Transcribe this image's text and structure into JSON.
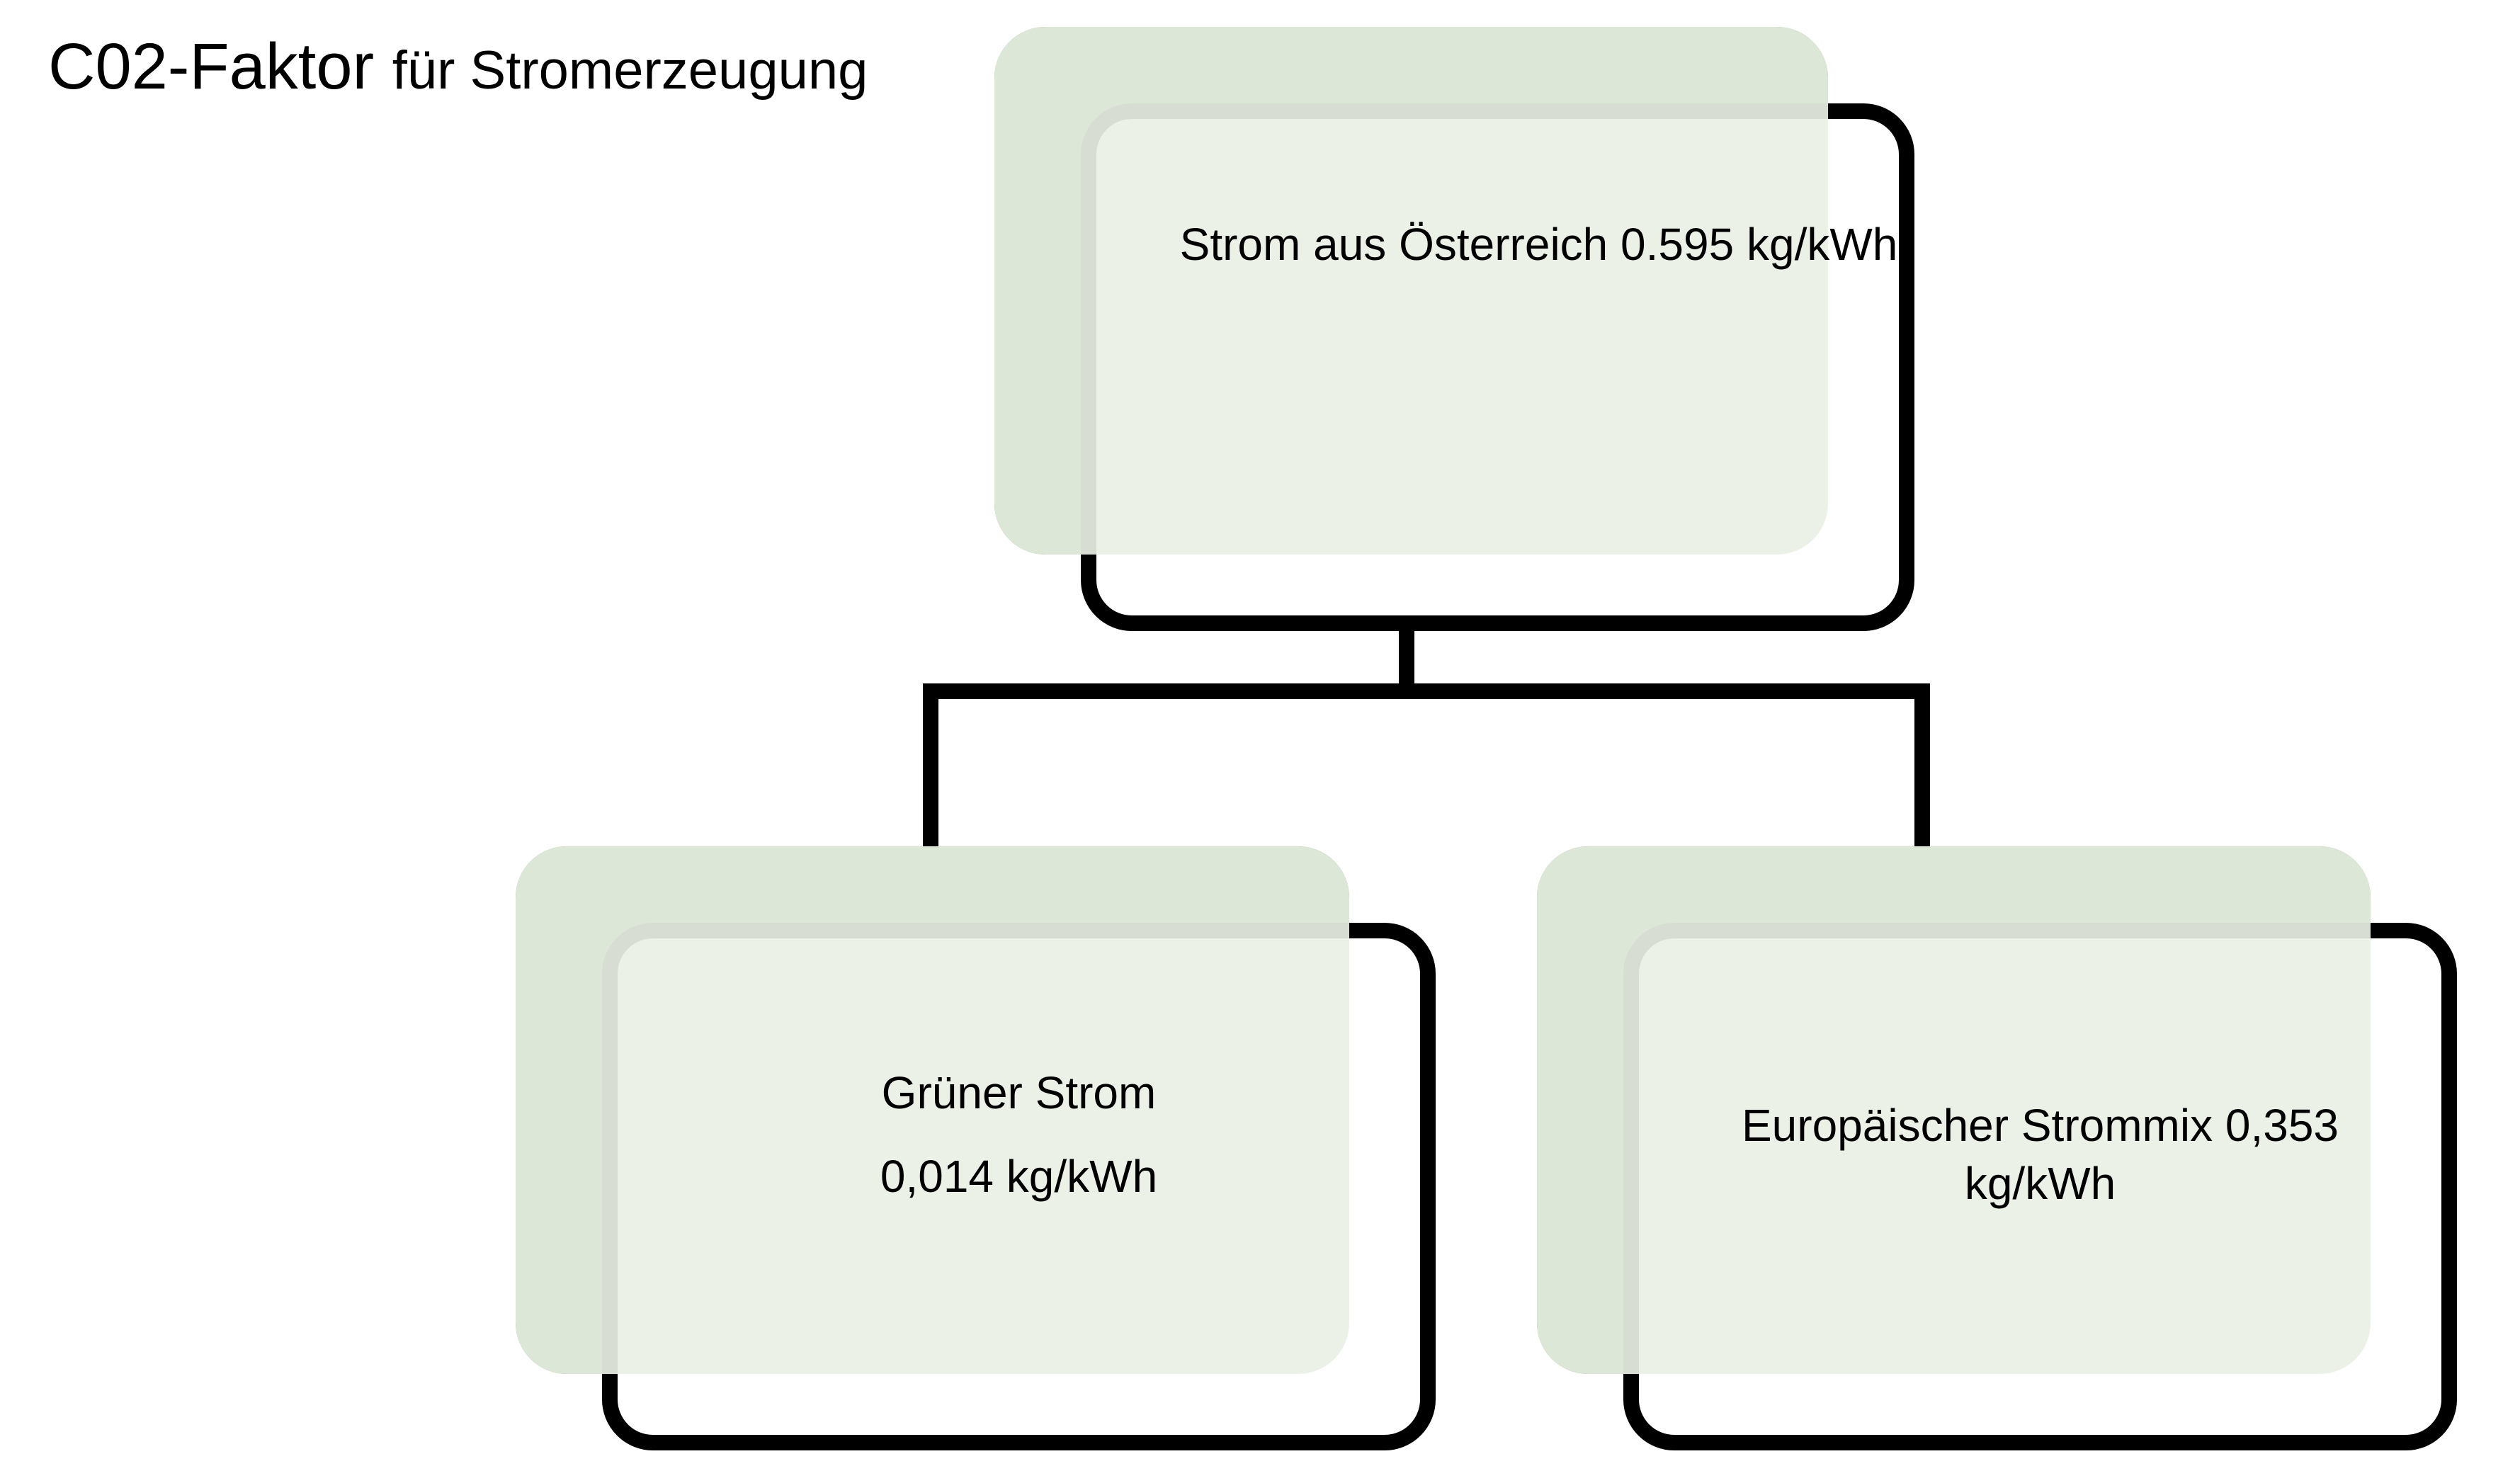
{
  "diagram": {
    "title_main": "C02-Faktor",
    "title_sub": "für Stromerzeugung",
    "nodes": {
      "top": {
        "text": "Strom aus Österreich 0.595 kg/kWh"
      },
      "left": {
        "line1": "Grüner Strom",
        "line2": "0,014 kg/kWh"
      },
      "right": {
        "line1": "Europäischer Strommix 0,353",
        "line2": "kg/kWh"
      }
    },
    "colors": {
      "back_box": "#548235",
      "front_fill": "#e9f0e5",
      "front_border": "#000000",
      "connector": "#000000",
      "connector_stub": "#e0e0e0"
    }
  }
}
